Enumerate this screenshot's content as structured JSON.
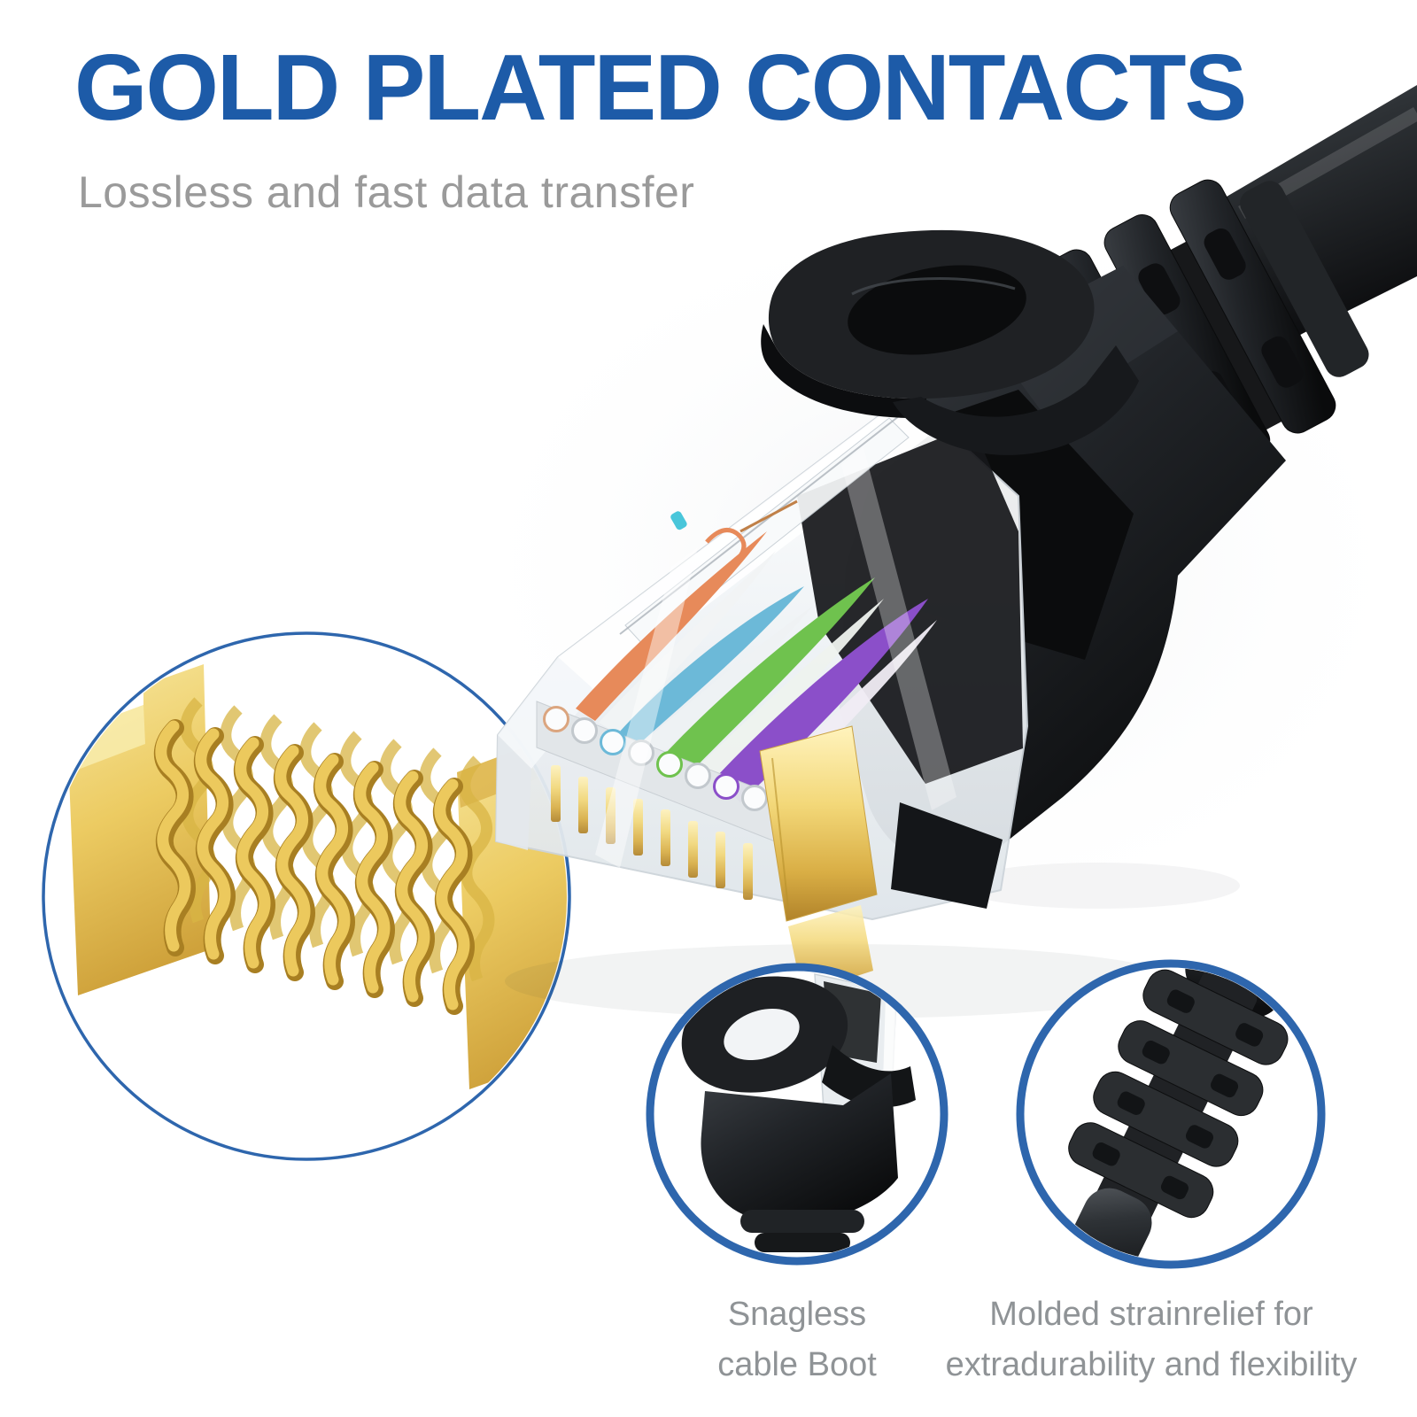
{
  "header": {
    "title": "GOLD PLATED CONTACTS",
    "subtitle": "Lossless and fast data transfer"
  },
  "insets": {
    "snagless": {
      "lines": [
        "Snagless",
        "cable Boot"
      ]
    },
    "strain_relief": {
      "lines": [
        "Molded strainrelief for",
        "extradurability and flexibility"
      ]
    }
  },
  "colors": {
    "title_blue": "#1d5ba8",
    "subtitle_gray": "#9a9a9a",
    "caption_gray": "#8f9396",
    "accent_blue": "#2e66ad",
    "gold_light": "#f6df8e",
    "gold_mid": "#e9c255",
    "gold_deep": "#b8912c",
    "boot_black": "#1b1d20",
    "cable_dark": "#2e3236",
    "clear_body": "#eef2f5",
    "wire_orange": "#e78a5a",
    "wire_blue": "#6cb9d8",
    "wire_green": "#6fc24e",
    "wire_purple": "#8b4fc9"
  }
}
